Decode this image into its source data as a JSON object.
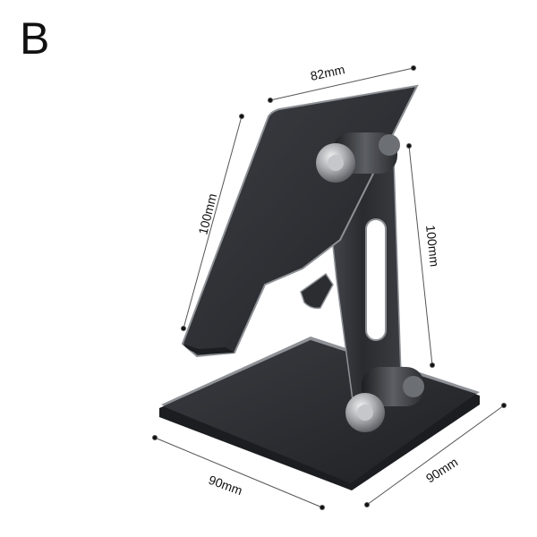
{
  "variant_letter": "B",
  "dimensions": {
    "top_width": "82mm",
    "panel_height": "100mm",
    "arm_height": "100mm",
    "base_width": "90mm",
    "base_depth": "90mm"
  },
  "colors": {
    "metal_dark": "#2b2d31",
    "metal_edge": "#8e9196",
    "dimension_line": "#555555",
    "text": "#111111"
  }
}
